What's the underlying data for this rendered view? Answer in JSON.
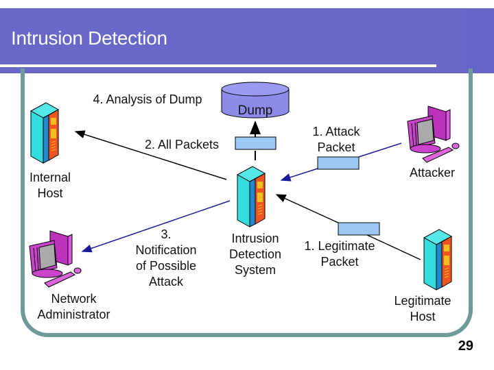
{
  "slide": {
    "title": "Intrusion Detection",
    "page_number": "29"
  },
  "nodes": {
    "internal_host": "Internal Host",
    "internal_host_l1": "Internal",
    "internal_host_l2": "Host",
    "network_admin_l1": "Network",
    "network_admin_l2": "Administrator",
    "ids_l1": "Intrusion",
    "ids_l2": "Detection",
    "ids_l3": "System",
    "attacker": "Attacker",
    "legit_host_l1": "Legitimate",
    "legit_host_l2": "Host",
    "dump": "Dump"
  },
  "edges": {
    "analysis": "4. Analysis of Dump",
    "all_packets": "2. All Packets",
    "attack_packet_l1": "1. Attack",
    "attack_packet_l2": "Packet",
    "notification_l1": "3.",
    "notification_l2": "Notification",
    "notification_l3": "of Possible",
    "notification_l4": "Attack",
    "legit_packet_l1": "1. Legitimate",
    "legit_packet_l2": "Packet"
  },
  "colors": {
    "title_bg": "#6868c9",
    "frame": "#6f9a9a",
    "dump_fill": "#8c8ce8",
    "packet_fill": "#9cc8f4",
    "server_front": "#33dddd",
    "server_side": "#2288cc",
    "server_panel": "#ee5522",
    "computer": "#cc44cc",
    "blue_arrow": "#1a1a99"
  }
}
